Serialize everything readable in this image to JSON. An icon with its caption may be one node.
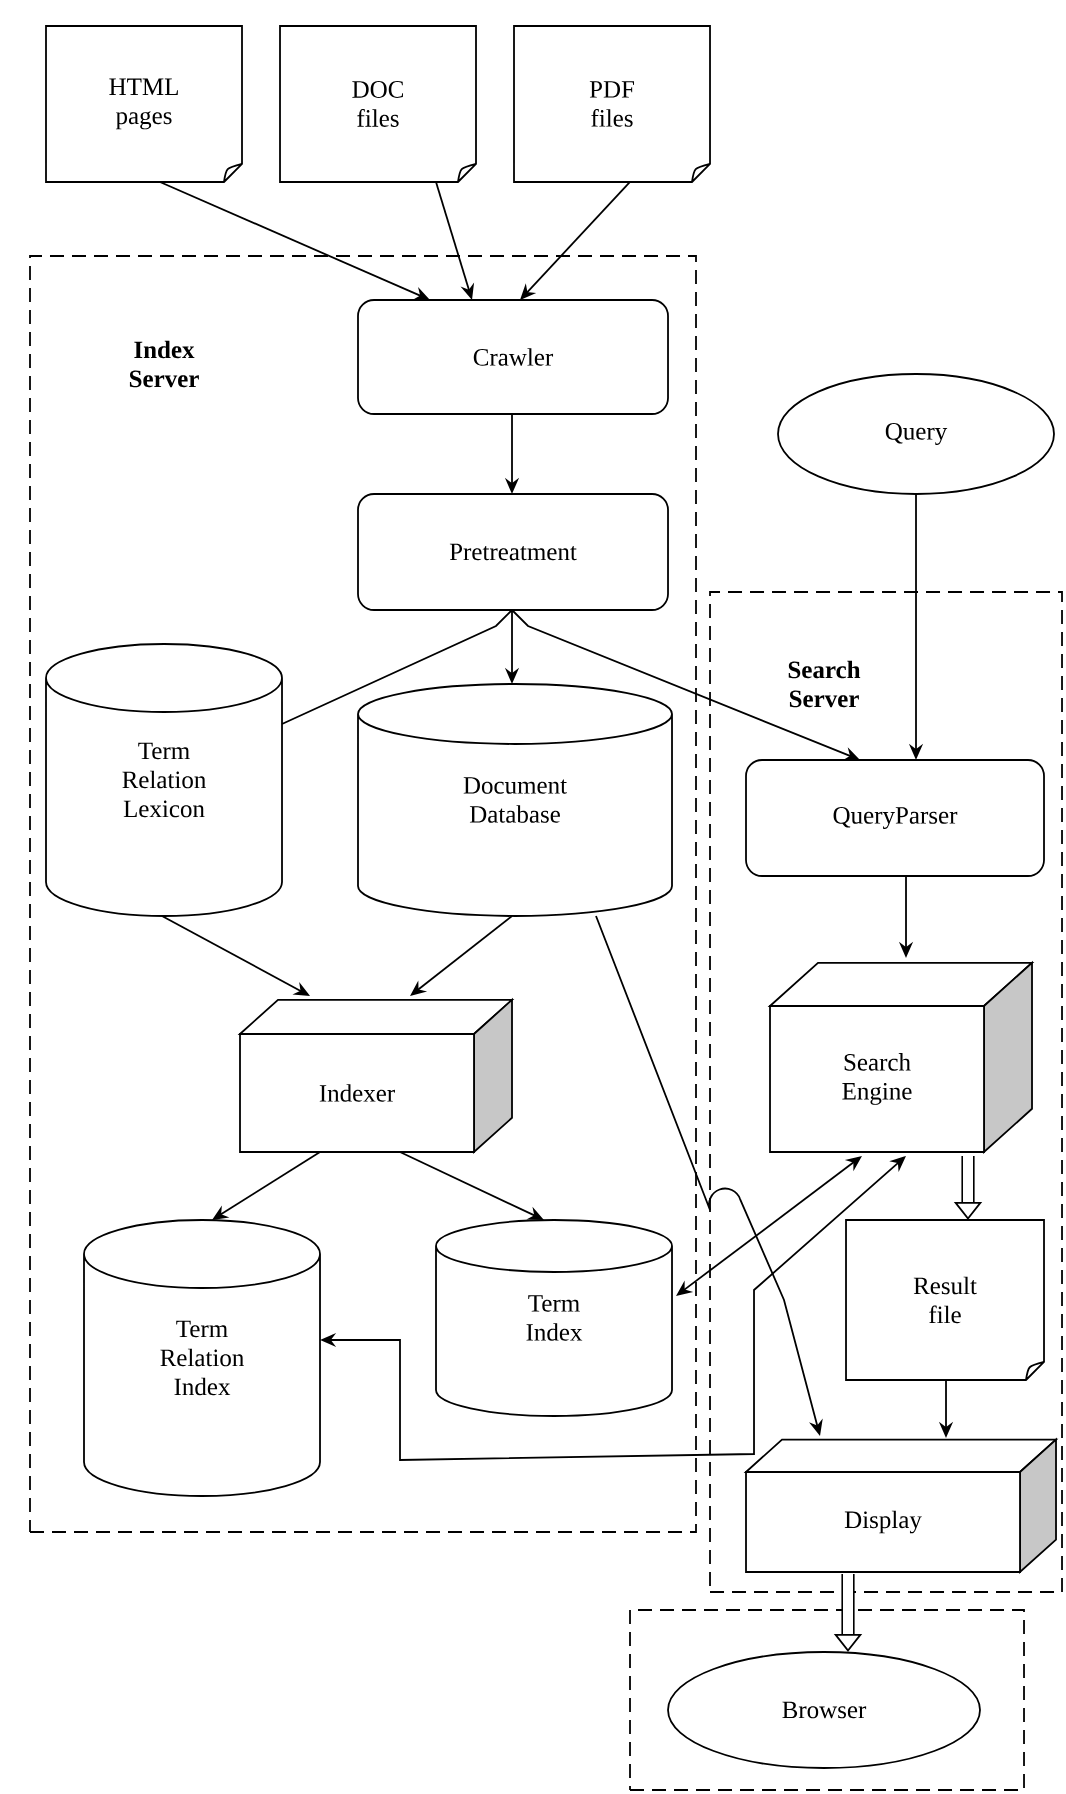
{
  "diagram": {
    "nodes": [
      {
        "text": [
          "Index Server"
        ]
      },
      {
        "text": [
          "Search Server"
        ]
      },
      {
        "text": [],
        "shape": "box"
      },
      {
        "text": [
          "HTML pages"
        ]
      },
      {
        "text": [
          "DOC files"
        ]
      },
      {
        "text": [
          "PDF files"
        ]
      },
      {
        "text": [
          "Crawler"
        ],
        "in": 0
      },
      {
        "text": [
          "Pretreatment"
        ],
        "in": 0
      },
      {
        "text": [
          "Query"
        ]
      },
      {
        "text": [
          "Term Relation Lexicon"
        ],
        "in": 0
      },
      {
        "text": [
          "Document Database"
        ],
        "in": 0
      },
      {
        "text": [
          "QueryParser"
        ],
        "in": 1
      },
      {
        "text": [
          "Indexer"
        ],
        "in": 0
      },
      {
        "text": [
          "Search Engine"
        ],
        "in": 1
      },
      {
        "text": [
          "Term Relation Index"
        ],
        "in": 0
      },
      {
        "text": [
          "Term Index"
        ],
        "in": 0
      },
      {
        "text": [
          "Result file"
        ],
        "in": 1
      },
      {
        "text": [
          "Display"
        ],
        "in": 1
      },
      {
        "text": [
          "Browser"
        ],
        "in": 2
      }
    ],
    "edges": [
      {
        "from": 3,
        "to": 6,
        "arrow": "to"
      },
      {
        "from": 4,
        "to": 6,
        "arrow": "to"
      },
      {
        "from": 5,
        "to": 6,
        "arrow": "to"
      },
      {
        "from": 6,
        "to": 7,
        "arrow": "to"
      },
      {
        "from": 7,
        "to": 10,
        "arrow": "to"
      },
      {
        "from": 7,
        "to": 9,
        "arrow": "none"
      },
      {
        "from": 7,
        "to": 11,
        "arrow": "to"
      },
      {
        "from": 8,
        "to": 11,
        "arrow": "to"
      },
      {
        "from": 9,
        "to": 12,
        "arrow": "to"
      },
      {
        "from": 10,
        "to": 12,
        "arrow": "to"
      },
      {
        "from": 12,
        "to": 14,
        "arrow": "to"
      },
      {
        "from": 12,
        "to": 15,
        "arrow": "to"
      },
      {
        "from": 11,
        "to": 13,
        "arrow": "to"
      },
      {
        "from": 13,
        "to": 16,
        "arrow": "to",
        "style": "thick"
      },
      {
        "from": 16,
        "to": 17,
        "arrow": "to"
      },
      {
        "from": 17,
        "to": 18,
        "arrow": "to",
        "style": "thick"
      },
      {
        "from": 10,
        "to": 17,
        "arrow": "to"
      },
      {
        "from": 13,
        "to": 15,
        "arrow": "both"
      },
      {
        "from": 13,
        "to": 14,
        "arrow": "both"
      }
    ]
  }
}
